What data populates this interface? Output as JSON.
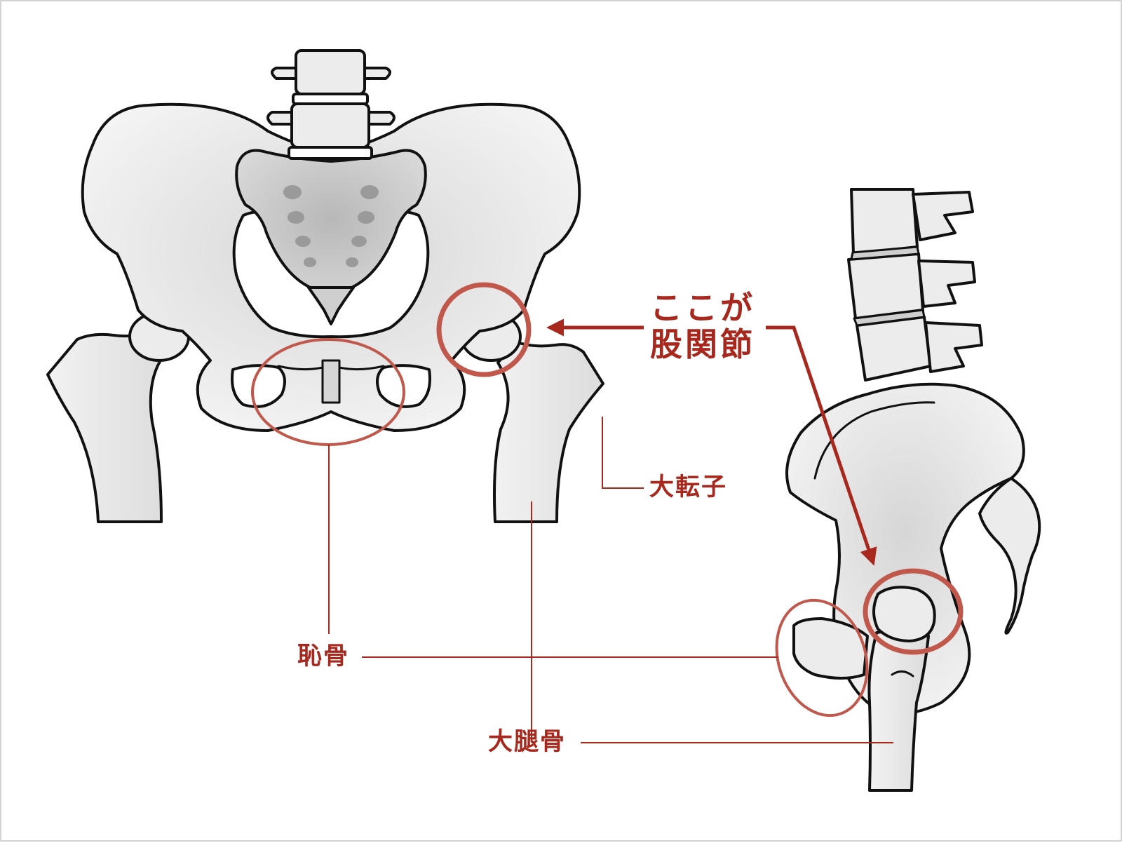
{
  "labels": {
    "joint_line1": "ここが",
    "joint_line2": "股関節",
    "greater_trochanter": "大転子",
    "pubis": "恥骨",
    "femur": "大腿骨"
  },
  "colors": {
    "accent": "#a8281e",
    "circle": "#c0584c",
    "bone_fill": "#f0f0f0",
    "bone_outline": "#111111",
    "frame_border": "#d3d3d3"
  }
}
